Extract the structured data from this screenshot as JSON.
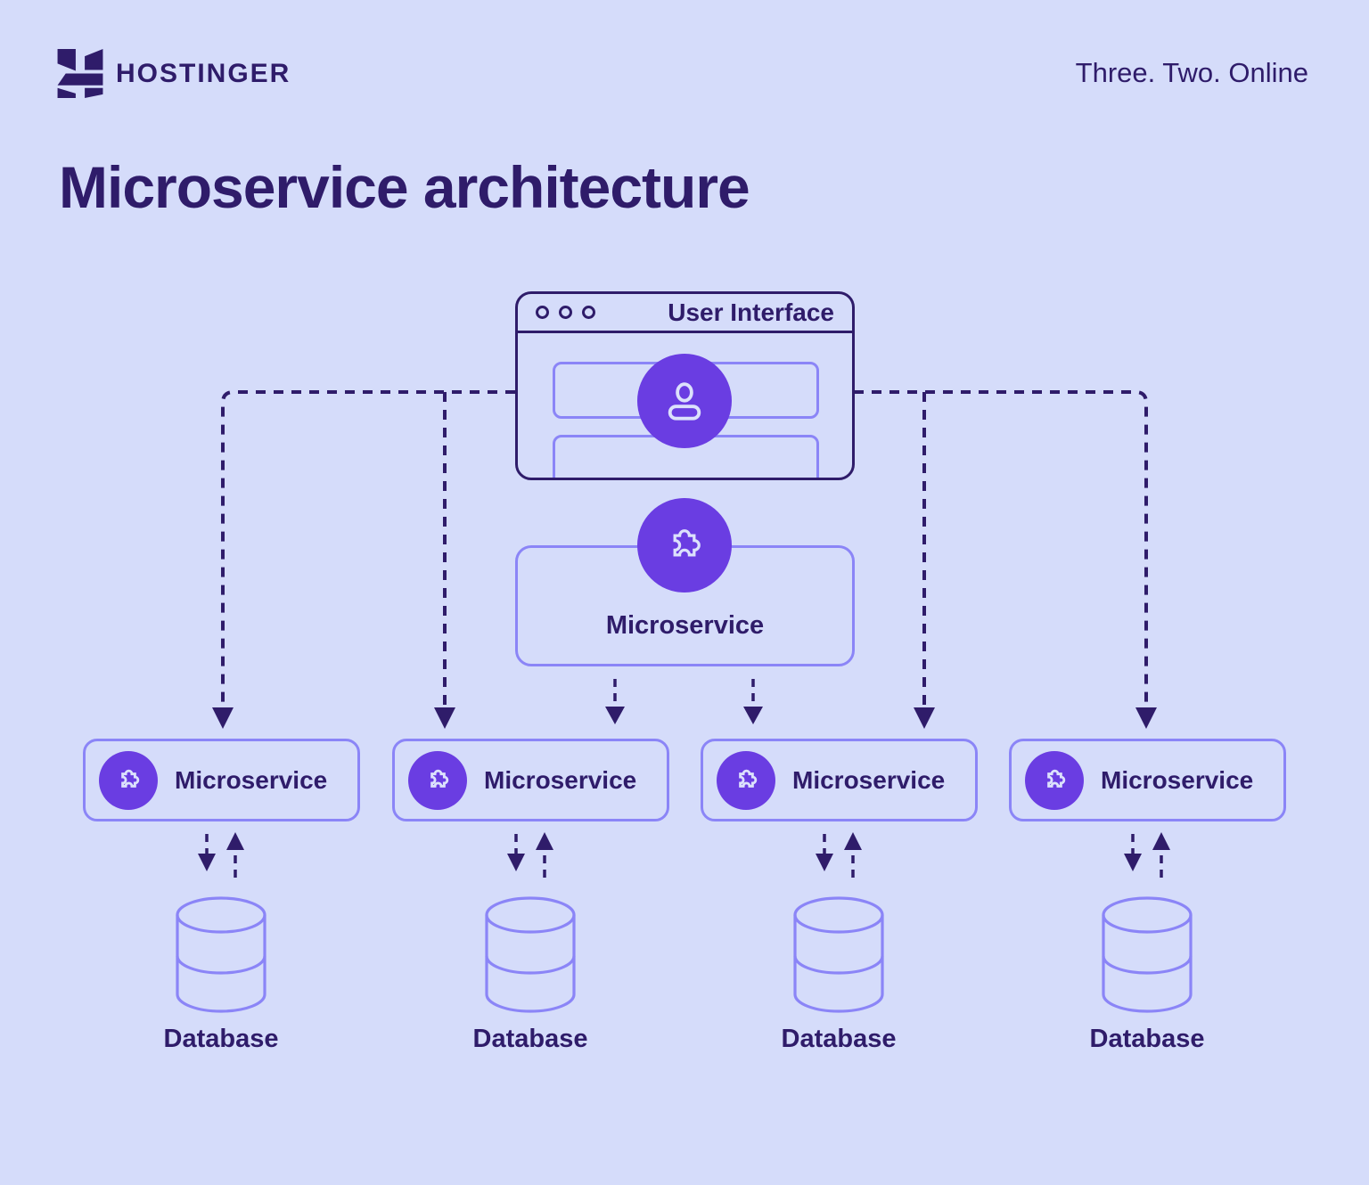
{
  "header": {
    "brand": "HOSTINGER",
    "tagline": "Three. Two. Online",
    "logo_icon": "hostinger-h-logo"
  },
  "title": "Microservice architecture",
  "colors": {
    "background": "#d5dcfa",
    "dark": "#2f1c6a",
    "purple": "#6a3de2",
    "light_border": "#8b85f7",
    "icon_light": "#dce1fc"
  },
  "diagram": {
    "ui_window": {
      "title": "User Interface",
      "window_dots_count": 3,
      "avatar_icon": "user-icon",
      "field_count": 2
    },
    "gateway": {
      "label": "Microservice",
      "icon": "puzzle-icon"
    },
    "services": [
      {
        "label": "Microservice",
        "icon": "puzzle-icon",
        "database": {
          "label": "Database",
          "icon": "database-cylinder-icon"
        }
      },
      {
        "label": "Microservice",
        "icon": "puzzle-icon",
        "database": {
          "label": "Database",
          "icon": "database-cylinder-icon"
        }
      },
      {
        "label": "Microservice",
        "icon": "puzzle-icon",
        "database": {
          "label": "Database",
          "icon": "database-cylinder-icon"
        }
      },
      {
        "label": "Microservice",
        "icon": "puzzle-icon",
        "database": {
          "label": "Database",
          "icon": "database-cylinder-icon"
        }
      }
    ],
    "connections": {
      "ui_to_services": [
        0,
        1,
        2,
        3
      ],
      "gateway_to_services": [
        1,
        2
      ],
      "service_to_database": "bidirectional"
    }
  }
}
